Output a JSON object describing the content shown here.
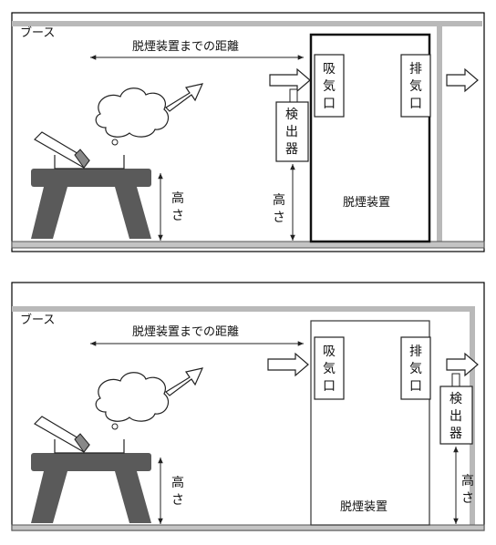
{
  "panels": [
    {
      "booth_label": "ブース",
      "distance_label": "脱煙装置までの距離",
      "intake_label": [
        "吸",
        "気",
        "口"
      ],
      "exhaust_label": [
        "排",
        "気",
        "口"
      ],
      "detector_label": [
        "検",
        "出",
        "器"
      ],
      "device_label": "脱煙装置",
      "height_label_table": [
        "高",
        "さ"
      ],
      "height_label_detector": [
        "高",
        "さ"
      ],
      "detector_position": "intake"
    },
    {
      "booth_label": "ブース",
      "distance_label": "脱煙装置までの距離",
      "intake_label": [
        "吸",
        "気",
        "口"
      ],
      "exhaust_label": [
        "排",
        "気",
        "口"
      ],
      "detector_label": [
        "検",
        "出",
        "器"
      ],
      "device_label": "脱煙装置",
      "height_label_table": [
        "高",
        "さ"
      ],
      "height_label_detector": [
        "高",
        "さ"
      ],
      "detector_position": "exhaust"
    }
  ]
}
